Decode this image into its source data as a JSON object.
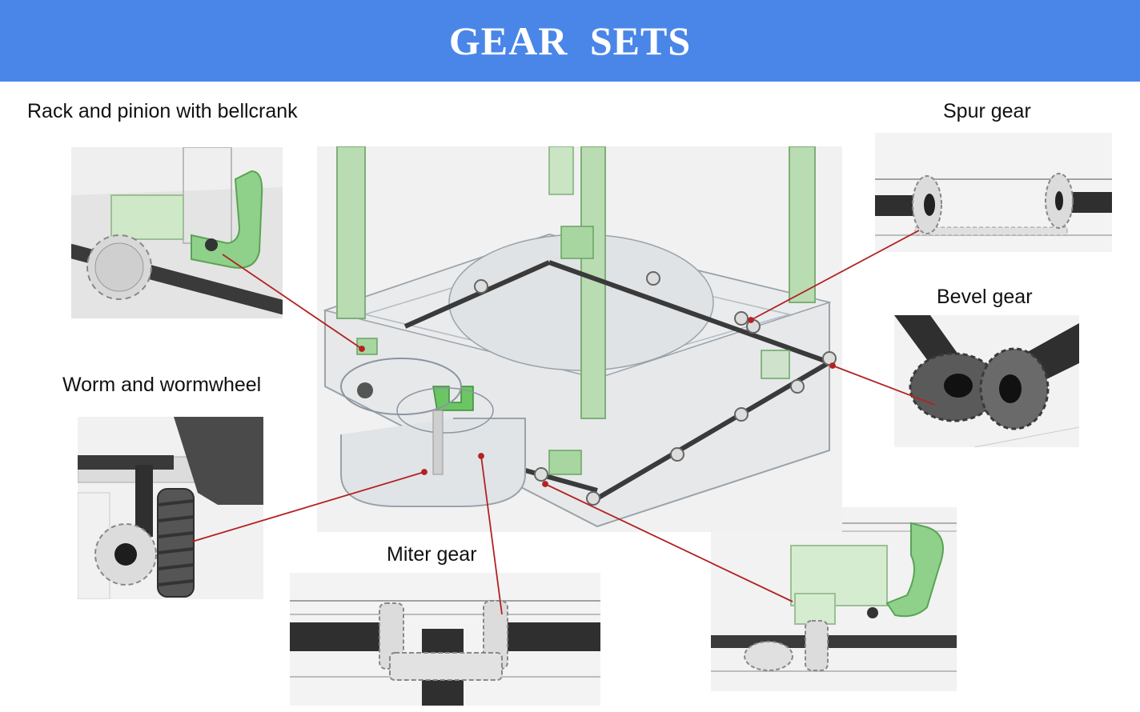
{
  "header": {
    "title": "GEAR  SETS"
  },
  "labels": {
    "rack_pinion": "Rack and pinion with bellcrank",
    "spur": "Spur gear",
    "bevel": "Bevel gear",
    "worm": "Worm and wormwheel",
    "miter": "Miter gear"
  },
  "colors": {
    "banner": "#4a86e8",
    "leader_line": "#b22222",
    "green_part": "#8fd18a",
    "shaft": "#3a3a3a"
  }
}
